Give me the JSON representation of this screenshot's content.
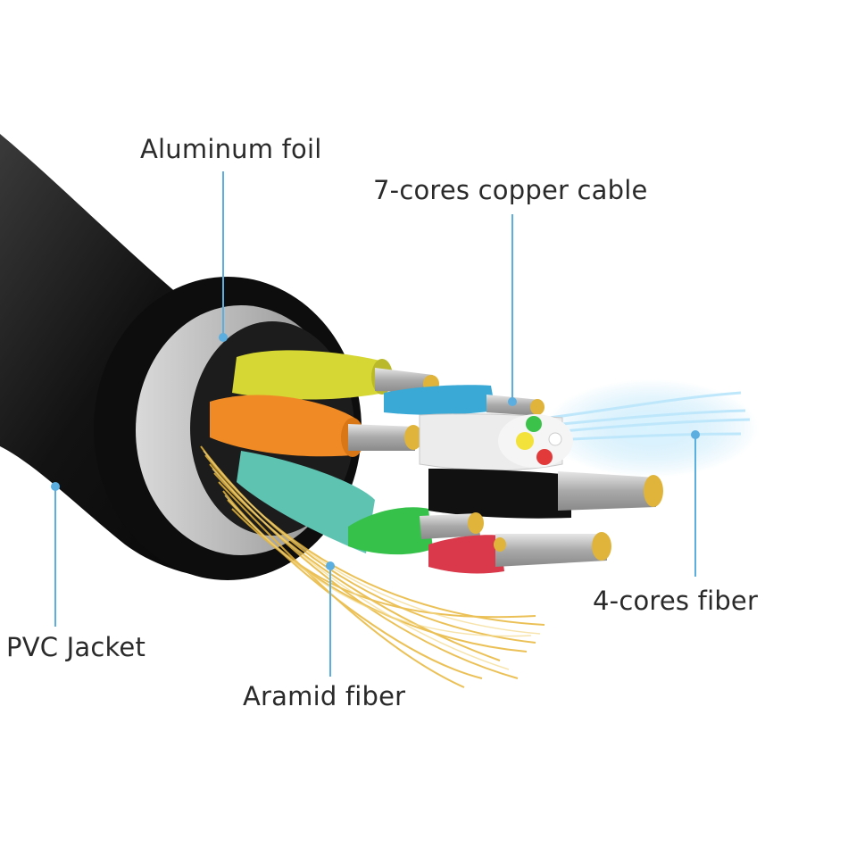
{
  "labels": {
    "aluminum_foil": "Aluminum foil",
    "copper_cable": "7-cores copper cable",
    "fiber": "4-cores fiber",
    "pvc_jacket": "PVC Jacket",
    "aramid_fiber": "Aramid fiber"
  },
  "colors": {
    "leader": "#5aaee0",
    "jacket": "#1a1a1a",
    "foil": "#c8c8c8",
    "aramid": "#e8b73a",
    "fiber_glow": "#9fd9f5"
  }
}
